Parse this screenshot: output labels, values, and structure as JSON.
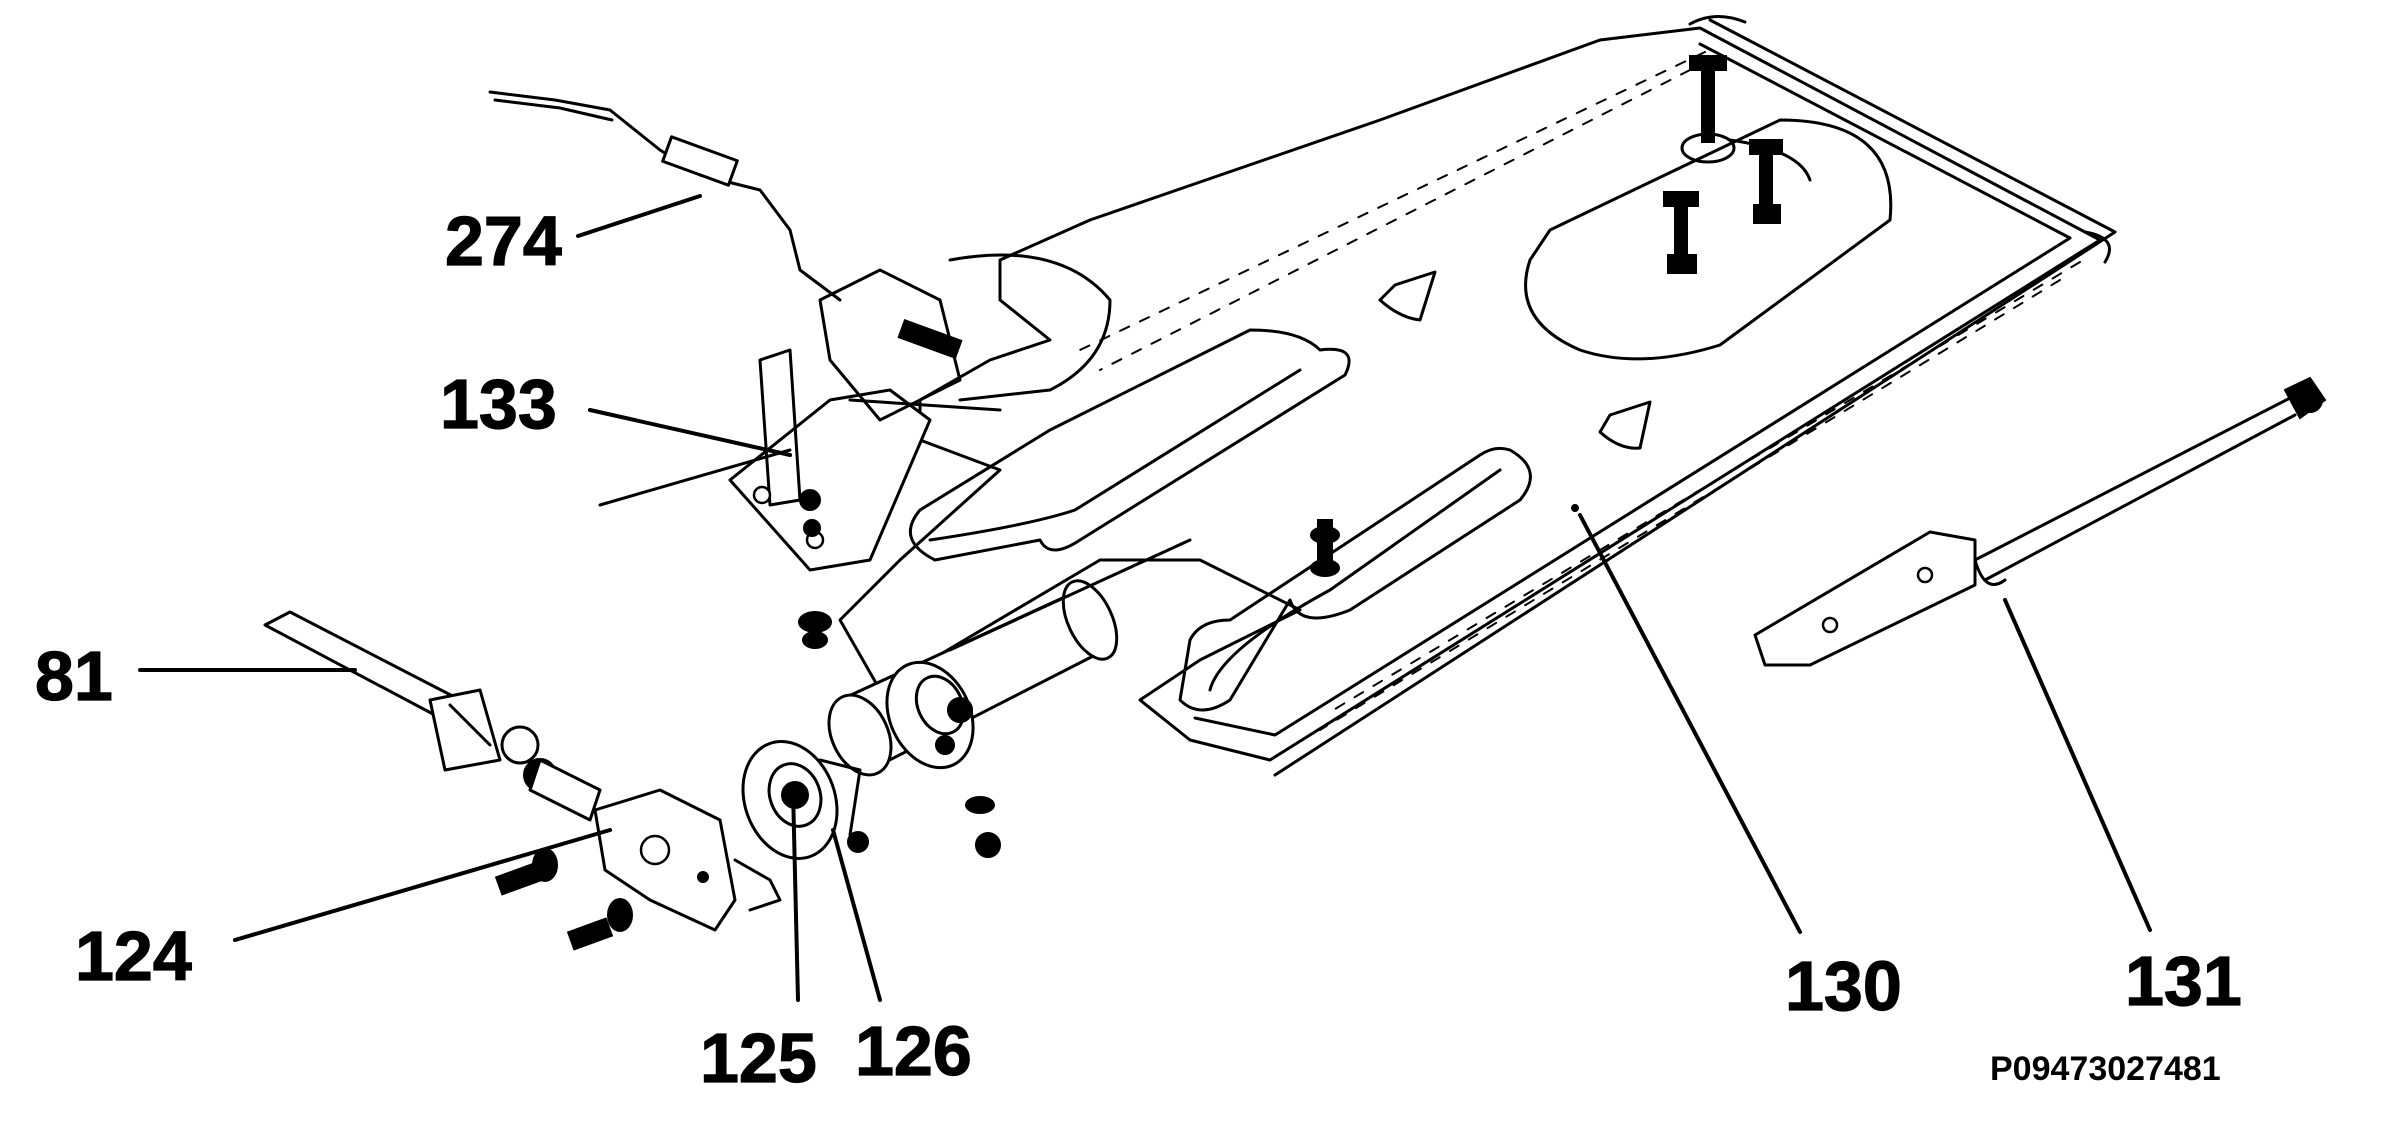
{
  "diagram": {
    "labels": {
      "l274": "274",
      "l133": "133",
      "l81": "81",
      "l124": "124",
      "l125": "125",
      "l126": "126",
      "l130": "130",
      "l131": "131"
    },
    "reference_code": "P09473027481"
  }
}
